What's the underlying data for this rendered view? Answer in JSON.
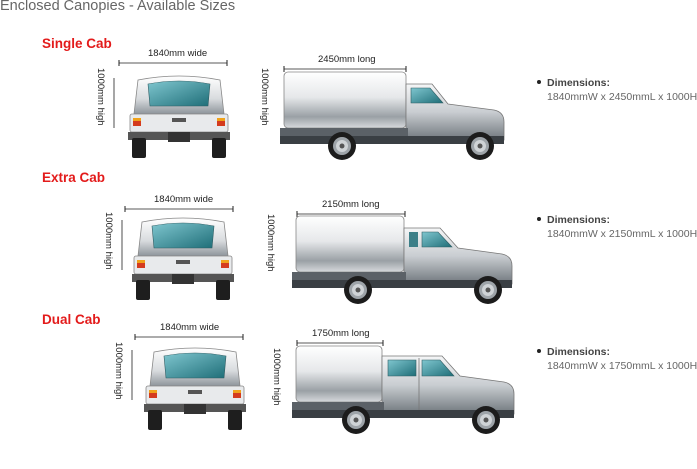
{
  "page": {
    "title": "Enclosed Canopies - Available Sizes"
  },
  "colors": {
    "heading": "#e31b1b",
    "body_text": "#555555",
    "window": "#4aa3ad"
  },
  "sections": [
    {
      "name": "Single Cab",
      "rear_width": "1840mm wide",
      "rear_height": "1000mm high",
      "side_length": "2450mm long",
      "side_height": "1000mm high",
      "dimensions_label": "Dimensions:",
      "dimensions_value": "1840mmW x 2450mmL x 1000H"
    },
    {
      "name": "Extra Cab",
      "rear_width": "1840mm wide",
      "rear_height": "1000mm high",
      "side_length": "2150mm long",
      "side_height": "1000mm high",
      "dimensions_label": "Dimensions:",
      "dimensions_value": "1840mmW x 2150mmL x 1000H"
    },
    {
      "name": "Dual Cab",
      "rear_width": "1840mm wide",
      "rear_height": "1000mm high",
      "side_length": "1750mm long",
      "side_height": "1000mm high",
      "dimensions_label": "Dimensions:",
      "dimensions_value": "1840mmW x 1750mmL x 1000H"
    }
  ]
}
